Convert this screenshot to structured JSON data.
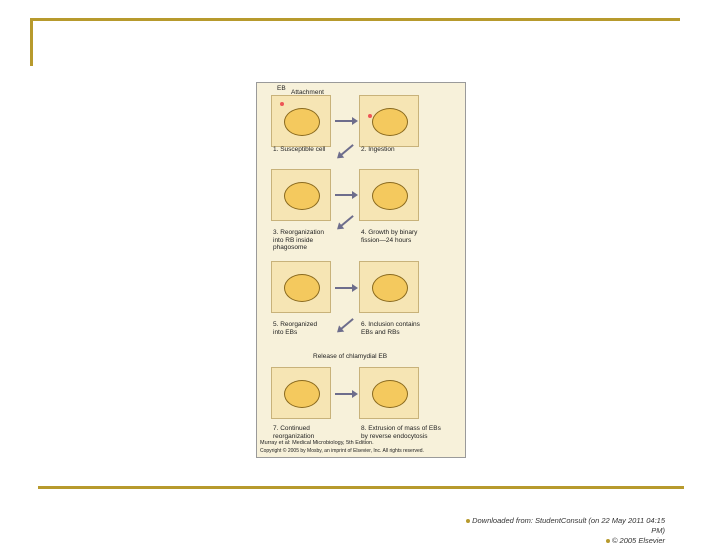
{
  "figure": {
    "eb_label": "EB",
    "attachment_label": "Attachment",
    "steps": [
      {
        "label": "1. Susceptible cell"
      },
      {
        "label": "2. Ingestion"
      },
      {
        "label": "3. Reorganization\ninto RB inside\nphagosome"
      },
      {
        "label": "4. Growth by binary\nfission—24 hours"
      },
      {
        "label": "5. Reorganized\ninto EBs"
      },
      {
        "label": "6. Inclusion contains\nEBs and RBs"
      },
      {
        "label": "7. Continued\nreorganization"
      },
      {
        "label": "8. Extrusion of mass of EBs\nby reverse endocytosis"
      }
    ],
    "release_label": "Release of chlamydial EB",
    "credit_line1": "Murray et al: Medical Microbiology, 5th Edition.",
    "credit_line2": "Copyright © 2005 by Mosby, an imprint of Elsevier, Inc. All rights reserved."
  },
  "footer": {
    "line1": "Downloaded from: StudentConsult (on 22 May 2011 04:15 PM)",
    "line2": "© 2005 Elsevier"
  },
  "colors": {
    "accent": "#b79a2d",
    "cell": "#f4c95e",
    "arrow": "#6d6d8c"
  }
}
